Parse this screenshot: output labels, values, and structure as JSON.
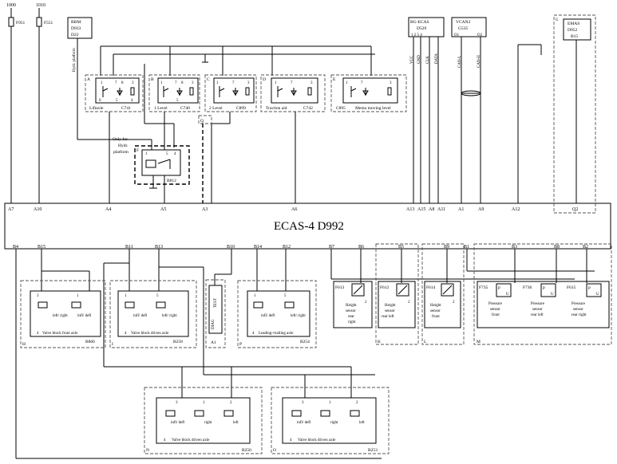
{
  "top_refs": {
    "r1000": "1000",
    "r1010": "1010",
    "f1": "F951",
    "f2": "F551"
  },
  "d933": {
    "l1": "BBM",
    "l2": "D933",
    "l3": "D22",
    "side": "Hydr. platform"
  },
  "d529": {
    "l1": "BG-ECAS",
    "l2": "D529",
    "pins": "1  2  5  4",
    "v1": "VCC",
    "v2": "GND",
    "v3": "CLK",
    "v4": "DATA"
  },
  "g535": {
    "l1": "VCAN2",
    "l2": "G535",
    "p1": "O1",
    "p2": "O2",
    "v1": "CAN-L",
    "v2": "CAN-H"
  },
  "d952": {
    "letter": "G",
    "l1": "EMAS",
    "l2": "D952",
    "l3": "B15"
  },
  "switches": {
    "a": {
      "letter": "A",
      "name": "Liftaxle",
      "code": "C741"
    },
    "b": {
      "letter": "B",
      "name": "1 Level",
      "code": "C740"
    },
    "c": {
      "letter": "C",
      "name": "2 Level",
      "code": "C899"
    },
    "d": {
      "letter": "D",
      "name": "Traction aid",
      "code": "C742"
    },
    "e": {
      "letter": "E",
      "name": "Memo moving level",
      "code": "C895"
    },
    "pins": {
      "p1": "1",
      "p7": "7",
      "p8": "8",
      "p3": "3",
      "p6": "6",
      "p2": "2",
      "p5": "5",
      "p4": "4"
    }
  },
  "hydr": {
    "note1": "Only for",
    "note2": "Hydr.",
    "note3": "platform",
    "letter": "F",
    "code": "B812",
    "q": "Q"
  },
  "ecu": {
    "title": "ECAS-4  D992",
    "top_pins": [
      "A7",
      "A10",
      "A4",
      "A5",
      "A3",
      "A6",
      "A13",
      "A15",
      "A8",
      "A11",
      "A1",
      "A9",
      "A12",
      "Q2"
    ],
    "bottom_pins": [
      "B4",
      "B15",
      "B11",
      "B13",
      "B10",
      "B14",
      "B12",
      "B7",
      "B6",
      "B5",
      "B9",
      "B1",
      "B3",
      "B8",
      "B2"
    ]
  },
  "valves": {
    "h": {
      "letter": "H",
      "name": "Valve block front axle",
      "code": "B866",
      "lab1": "left/ right",
      "lab2": "infl/ defl"
    },
    "i": {
      "letter": "I",
      "name": "Valve block driven axle",
      "code": "B258",
      "lab1": "infl/ defl",
      "lab2": "left/ right"
    },
    "p": {
      "letter": "P",
      "name": "Leading-/trailing axle",
      "code": "B254",
      "lab1": "infl/ defl",
      "lab2": "left/ right"
    },
    "n": {
      "letter": "N",
      "name": "Valve block driven axle",
      "code": "B250",
      "lab1": "infl/ defl",
      "lab2": "right",
      "lab3": "left"
    },
    "o": {
      "letter": "O",
      "name": "Valve block driven axle",
      "code": "B253",
      "lab1": "infl/ defl",
      "lab2": "right",
      "lab3": "left"
    },
    "pins": {
      "p3": "3",
      "p1": "1",
      "p5": "5",
      "p4": "4",
      "p2": "2"
    }
  },
  "a1": {
    "letter": "A1",
    "t1": "TEST",
    "t2": "DIAG"
  },
  "sensors": {
    "f613": {
      "code": "F613",
      "l1": "Height",
      "l2": "sensor",
      "l3": "rear",
      "l4": "right"
    },
    "f612": {
      "letter": "K",
      "code": "F612",
      "l1": "Height",
      "l2": "sensor",
      "l3": "rear left"
    },
    "f614": {
      "letter": "L",
      "code": "F614",
      "l1": "Height",
      "l2": "sensor",
      "l3": "front"
    },
    "pins": {
      "p1": "1",
      "p2": "2"
    }
  },
  "pressure": {
    "letter": "M",
    "f735": {
      "code": "F735",
      "l1": "Pressure",
      "l2": "sensor",
      "l3": "front"
    },
    "f736": {
      "code": "F736",
      "l1": "Pressure",
      "l2": "sensor",
      "l3": "rear left"
    },
    "f615": {
      "code": "F615",
      "l1": "Pressure",
      "l2": "sensor",
      "l3": "rear right"
    },
    "p": "P",
    "u": "U",
    "pins": {
      "p1": "1",
      "p2": "2",
      "p3": "3"
    }
  }
}
